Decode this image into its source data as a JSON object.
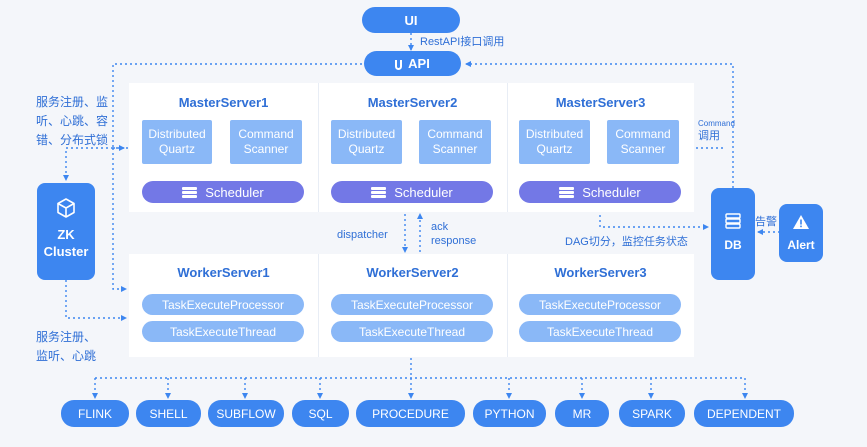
{
  "ui": {
    "label": "UI"
  },
  "restapi": {
    "label": "RestAPI接口调用"
  },
  "api": {
    "label": "API",
    "icon": "plug-icon"
  },
  "left_note_top": {
    "lines": [
      "服务注册、监",
      "听、心跳、容",
      "错、分布式锁"
    ]
  },
  "left_note_bottom": {
    "lines": [
      "服务注册、",
      "监听、心跳"
    ]
  },
  "zk": {
    "line1": "ZK",
    "line2": "Cluster",
    "icon": "cube-icon"
  },
  "masters": [
    {
      "title": "MasterServer1",
      "quartz": [
        "Distributed",
        "Quartz"
      ],
      "scanner": [
        "Command",
        "Scanner"
      ],
      "scheduler": "Scheduler"
    },
    {
      "title": "MasterServer2",
      "quartz": [
        "Distributed",
        "Quartz"
      ],
      "scanner": [
        "Command",
        "Scanner"
      ],
      "scheduler": "Scheduler"
    },
    {
      "title": "MasterServer3",
      "quartz": [
        "Distributed",
        "Quartz"
      ],
      "scanner": [
        "Command",
        "Scanner"
      ],
      "scheduler": "Scheduler"
    }
  ],
  "workers": [
    {
      "title": "WorkerServer1",
      "processor": "TaskExecuteProcessor",
      "thread": "TaskExecuteThread"
    },
    {
      "title": "WorkerServer2",
      "processor": "TaskExecuteProcessor",
      "thread": "TaskExecuteThread"
    },
    {
      "title": "WorkerServer3",
      "processor": "TaskExecuteProcessor",
      "thread": "TaskExecuteThread"
    }
  ],
  "labels": {
    "dispatcher": "dispatcher",
    "ack1": "ack",
    "ack2": "response",
    "command_small": "Command",
    "command_call": "调用",
    "dag": "DAG切分，监控任务状态",
    "alarm": "告警"
  },
  "db": {
    "label": "DB",
    "icon": "database-icon"
  },
  "alert": {
    "label": "Alert",
    "icon": "warning-icon"
  },
  "task_types": [
    "FLINK",
    "SHELL",
    "SUBFLOW",
    "SQL",
    "PROCEDURE",
    "PYTHON",
    "MR",
    "SPARK",
    "DEPENDENT"
  ],
  "colors": {
    "primary": "#3d86f0",
    "light": "#8ab8f7",
    "scheduler": "#7378e6",
    "text": "#2f6fd6",
    "background": "#f4f6fa"
  }
}
